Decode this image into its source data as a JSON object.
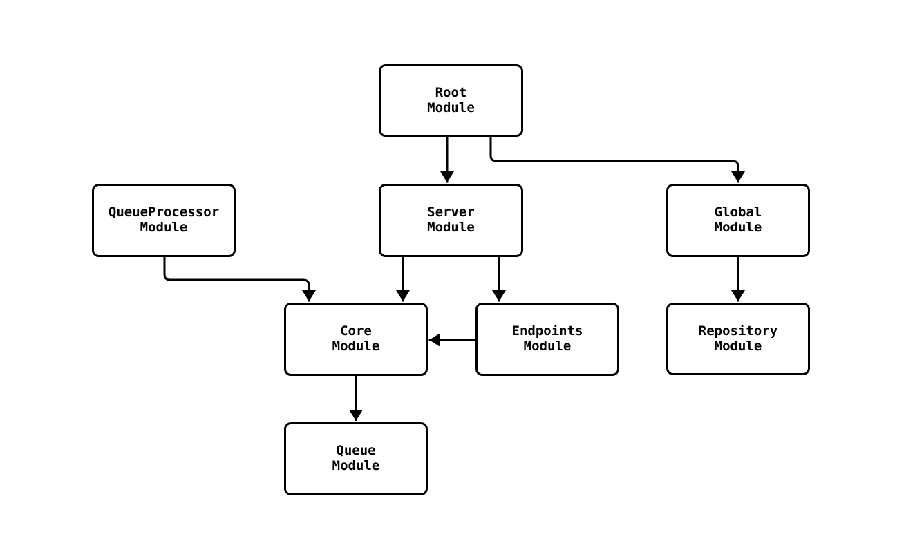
{
  "diagram": {
    "type": "flowchart",
    "direction": "top-down",
    "nodes": {
      "root": {
        "label": "Root\nModule"
      },
      "queue_processor": {
        "label": "QueueProcessor\nModule"
      },
      "server": {
        "label": "Server\nModule"
      },
      "global": {
        "label": "Global\nModule"
      },
      "core": {
        "label": "Core\nModule"
      },
      "endpoints": {
        "label": "Endpoints\nModule"
      },
      "repository": {
        "label": "Repository\nModule"
      },
      "queue": {
        "label": "Queue\nModule"
      }
    },
    "edges": [
      {
        "from": "Root Module",
        "to": "Server Module"
      },
      {
        "from": "Root Module",
        "to": "Global Module"
      },
      {
        "from": "QueueProcessor Module",
        "to": "Core Module"
      },
      {
        "from": "Server Module",
        "to": "Core Module"
      },
      {
        "from": "Server Module",
        "to": "Endpoints Module"
      },
      {
        "from": "Endpoints Module",
        "to": "Core Module"
      },
      {
        "from": "Global Module",
        "to": "Repository Module"
      },
      {
        "from": "Core Module",
        "to": "Queue Module"
      }
    ],
    "colors": {
      "background": "#ffffff",
      "node_fill": "#ffffff",
      "node_border": "#000000",
      "edge": "#000000",
      "text": "#000000"
    }
  }
}
